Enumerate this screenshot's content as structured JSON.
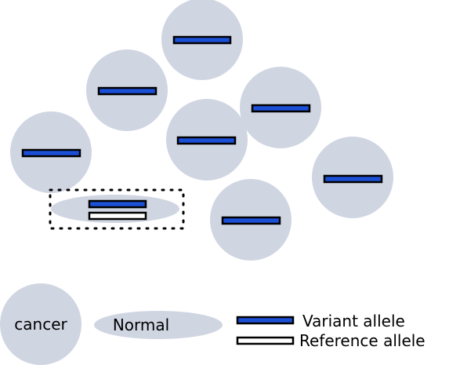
{
  "colors": {
    "cell_fill": "#d0d5e2",
    "variant_fill": "#1a4fd6",
    "reference_fill": "#ffffff",
    "outline": "#000000"
  },
  "legend": {
    "cancer_label": "cancer",
    "normal_label": "Normal",
    "variant_label": "Variant allele",
    "reference_label": "Reference allele"
  }
}
